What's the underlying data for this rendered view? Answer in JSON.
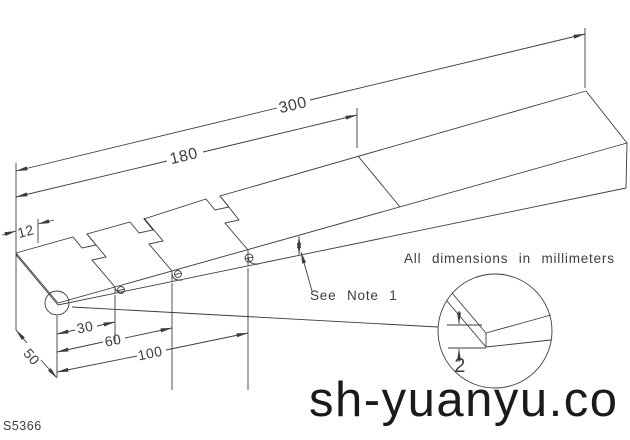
{
  "drawing": {
    "dims": {
      "length_total": "300",
      "length_mid": "180",
      "offset_top": "12",
      "depth": "50",
      "seg1": "30",
      "seg2": "60",
      "seg3": "100",
      "tip_thickness": "2"
    },
    "notes": {
      "see_note": "See Note 1",
      "units_note": "All dimensions in millimeters",
      "part_number": "S5366"
    },
    "watermark": "sh-yuanyu.co",
    "colors": {
      "line": "#3d3d3d",
      "watermark": "#1a1a1a",
      "background": "#ffffff"
    }
  }
}
